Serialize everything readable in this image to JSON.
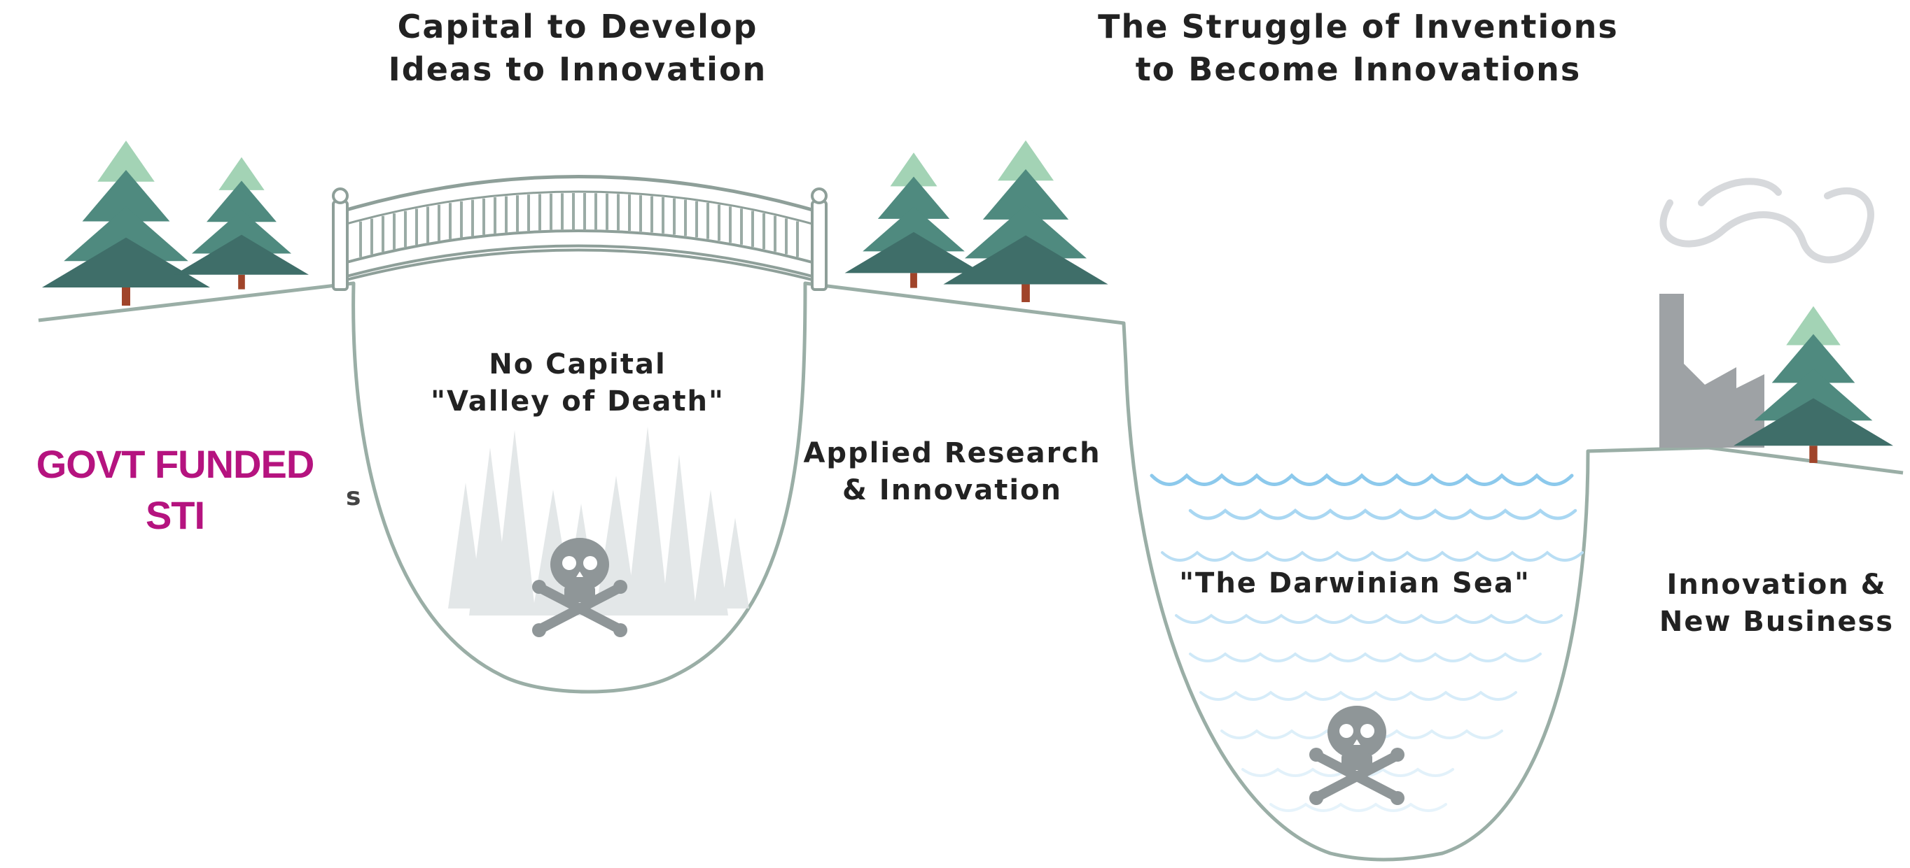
{
  "headers": {
    "left": [
      "Capital to Develop",
      "Ideas to Innovation"
    ],
    "right": [
      "The Struggle of Inventions",
      "to Become Innovations"
    ]
  },
  "valley": [
    "No Capital",
    "\"Valley of Death\""
  ],
  "applied": [
    "Applied Research",
    "& Innovation"
  ],
  "sea": "\"The Darwinian Sea\"",
  "innovation": [
    "Innovation &",
    "New Business"
  ],
  "govt": [
    "GOVT FUNDED",
    "STI"
  ],
  "stub_glyph": "s",
  "colors": {
    "accent": "#b5137f",
    "text": "#222222",
    "outline": "#9aaea6",
    "tree_dark": "#3f6e69",
    "tree_mid": "#4f8a7f",
    "tree_light": "#a3d3b5",
    "trunk": "#a0442a",
    "water": "#8cc9ec",
    "skull": "#8f9698",
    "factory": "#9ea2a5",
    "smoke": "#d7d9dc"
  }
}
